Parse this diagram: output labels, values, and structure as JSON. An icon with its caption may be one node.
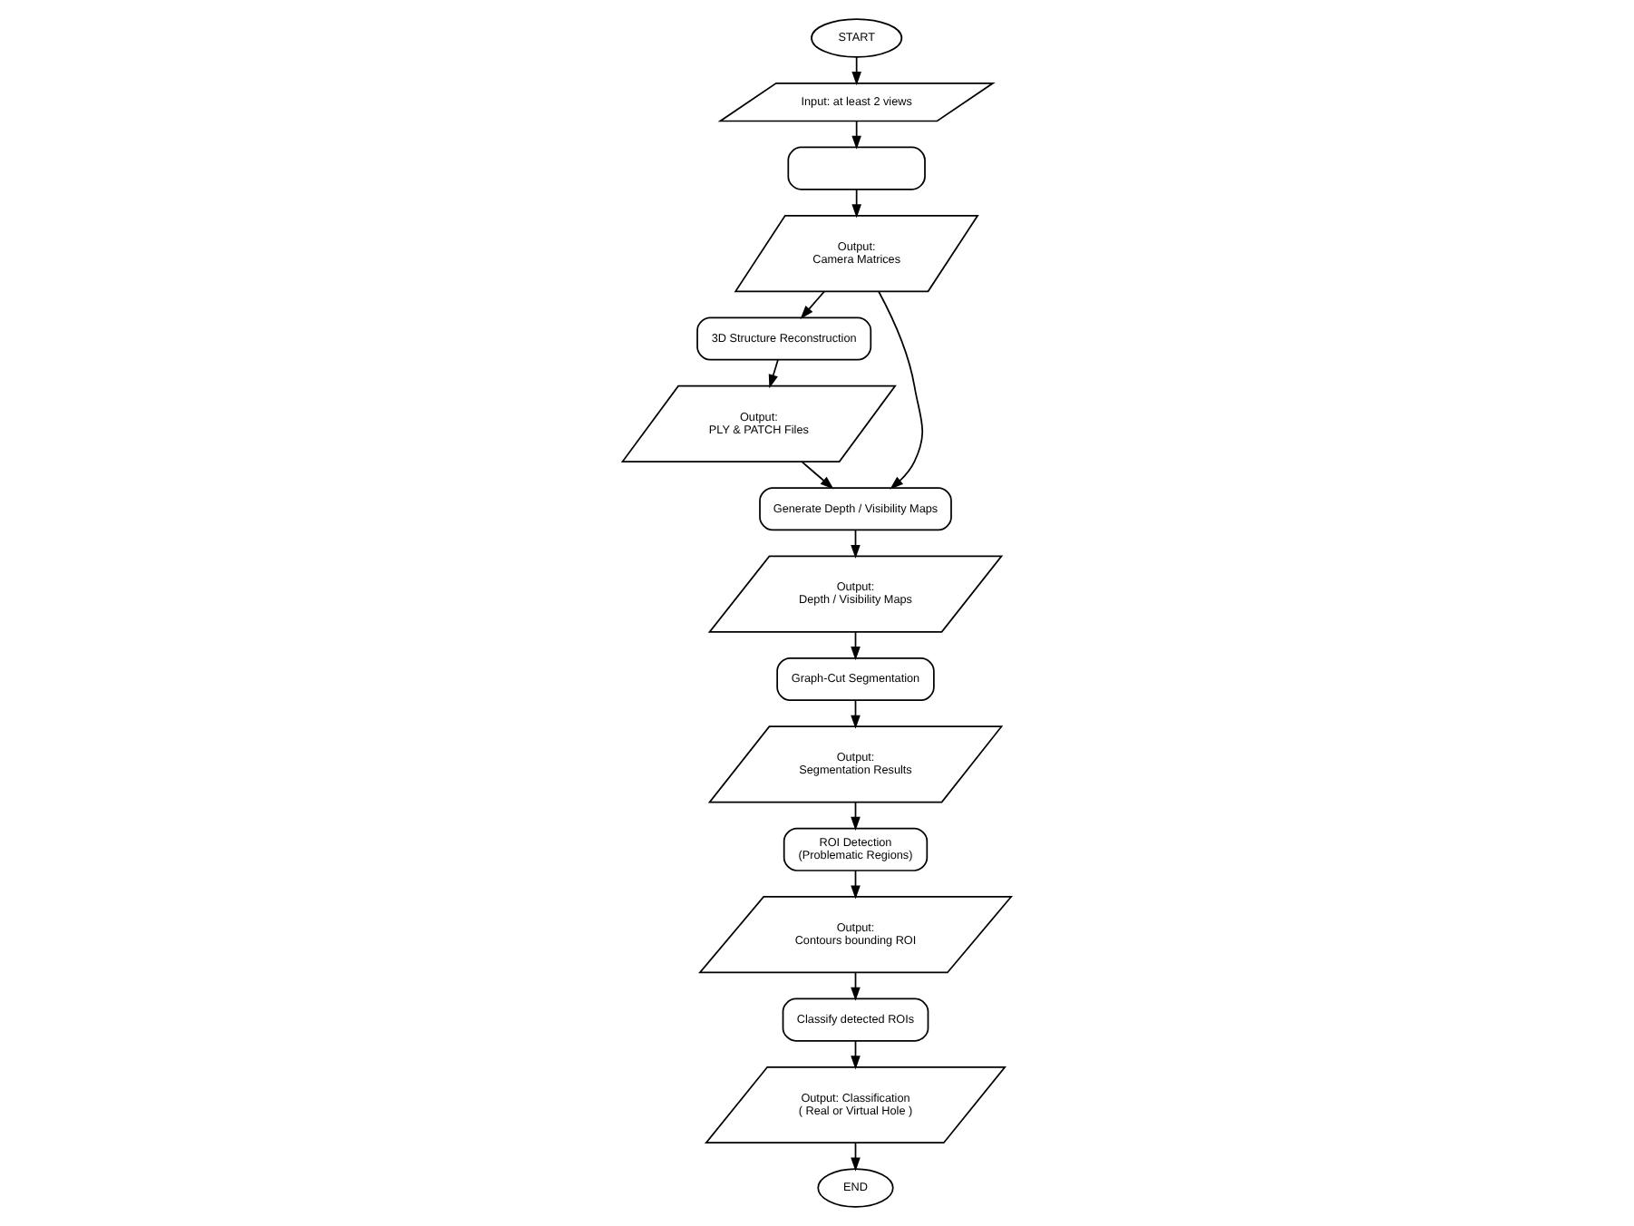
{
  "diagram": {
    "nodes": [
      {
        "text": [
          "START"
        ]
      },
      {
        "text": [
          "Input: at least 2 views"
        ]
      },
      {
        "text": [],
        "shape": "box"
      },
      {
        "text": [
          "Output: Camera Matrices"
        ]
      },
      {
        "text": [
          "3D Structure Reconstruction"
        ]
      },
      {
        "text": [
          "Output: PLY & PATCH Files"
        ]
      },
      {
        "text": [
          "Generate Depth / Visibility Maps"
        ]
      },
      {
        "text": [
          "Output: Depth / Visibility Maps"
        ]
      },
      {
        "text": [
          "Graph-Cut Segmentation"
        ]
      },
      {
        "text": [
          "Output: Segmentation Results"
        ]
      },
      {
        "text": [
          "ROI Detection (Problematic Regions)"
        ]
      },
      {
        "text": [
          "Output: Contours bounding ROI"
        ]
      },
      {
        "text": [
          "Classify detected ROIs"
        ]
      },
      {
        "text": [
          "Output: Classification ( Real or Virtual Hole )"
        ]
      },
      {
        "text": [
          "END"
        ]
      }
    ],
    "edges": [
      {
        "from": 0,
        "to": 1,
        "arrow": "to"
      },
      {
        "from": 1,
        "to": 2,
        "arrow": "to"
      },
      {
        "from": 2,
        "to": 3,
        "arrow": "to"
      },
      {
        "from": 3,
        "to": 4,
        "arrow": "to"
      },
      {
        "from": 4,
        "to": 5,
        "arrow": "to"
      },
      {
        "from": 3,
        "to": 6,
        "arrow": "to"
      },
      {
        "from": 5,
        "to": 6,
        "arrow": "to"
      },
      {
        "from": 6,
        "to": 7,
        "arrow": "to"
      },
      {
        "from": 7,
        "to": 8,
        "arrow": "to"
      },
      {
        "from": 8,
        "to": 9,
        "arrow": "to"
      },
      {
        "from": 9,
        "to": 10,
        "arrow": "to"
      },
      {
        "from": 10,
        "to": 11,
        "arrow": "to"
      },
      {
        "from": 11,
        "to": 12,
        "arrow": "to"
      },
      {
        "from": 12,
        "to": 13,
        "arrow": "to"
      },
      {
        "from": 13,
        "to": 14,
        "arrow": "to"
      }
    ]
  }
}
